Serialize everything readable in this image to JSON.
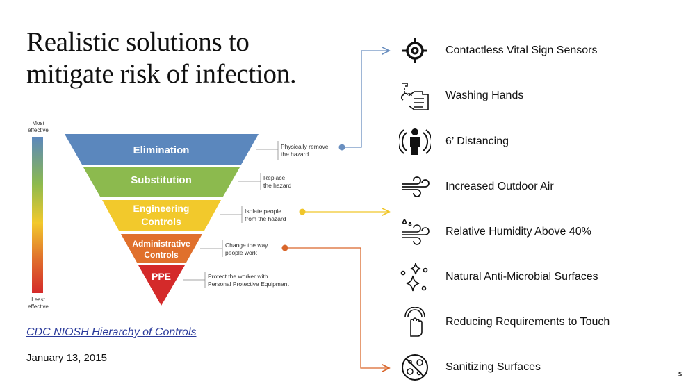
{
  "title": {
    "line1": "Realistic solutions to",
    "line2": "mitigate risk of infection."
  },
  "hierarchy": {
    "most_label": [
      "Most",
      "effective"
    ],
    "least_label": [
      "Least",
      "effective"
    ],
    "levels": [
      {
        "name": [
          "Elimination"
        ],
        "desc": [
          "Physically remove",
          "the hazard"
        ],
        "color": "#5b87bd"
      },
      {
        "name": [
          "Substitution"
        ],
        "desc": [
          "Replace",
          "the hazard"
        ],
        "color": "#8cba4e"
      },
      {
        "name": [
          "Engineering",
          "Controls"
        ],
        "desc": [
          "Isolate people",
          "from the hazard"
        ],
        "color": "#f2c92c"
      },
      {
        "name": [
          "Administrative",
          "Controls"
        ],
        "desc": [
          "Change the way",
          "people work"
        ],
        "color": "#e0702c"
      },
      {
        "name": [
          "PPE"
        ],
        "desc": [
          "Protect the worker with",
          "Personal Protective Equipment"
        ],
        "color": "#d42a2a"
      }
    ]
  },
  "connector_colors": {
    "blue": "#6a8fc0",
    "yellow": "#f0c62a",
    "orange": "#d9662a"
  },
  "solutions": [
    {
      "label": "Contactless Vital Sign Sensors",
      "icon": "target-sensor-icon"
    },
    {
      "label": "Washing Hands",
      "icon": "hand-washing-icon"
    },
    {
      "label": "6’ Distancing",
      "icon": "person-distancing-icon"
    },
    {
      "label": "Increased Outdoor Air",
      "icon": "wind-icon"
    },
    {
      "label": "Relative Humidity Above 40%",
      "icon": "humidity-wind-icon"
    },
    {
      "label": "Natural Anti-Microbial Surfaces",
      "icon": "sparkles-icon"
    },
    {
      "label": "Reducing Requirements to Touch",
      "icon": "touch-hand-icon"
    },
    {
      "label": "Sanitizing Surfaces",
      "icon": "no-germs-icon"
    }
  ],
  "source_link": "CDC NIOSH Hierarchy of Controls",
  "date": "January 13, 2015",
  "page_number": "5"
}
